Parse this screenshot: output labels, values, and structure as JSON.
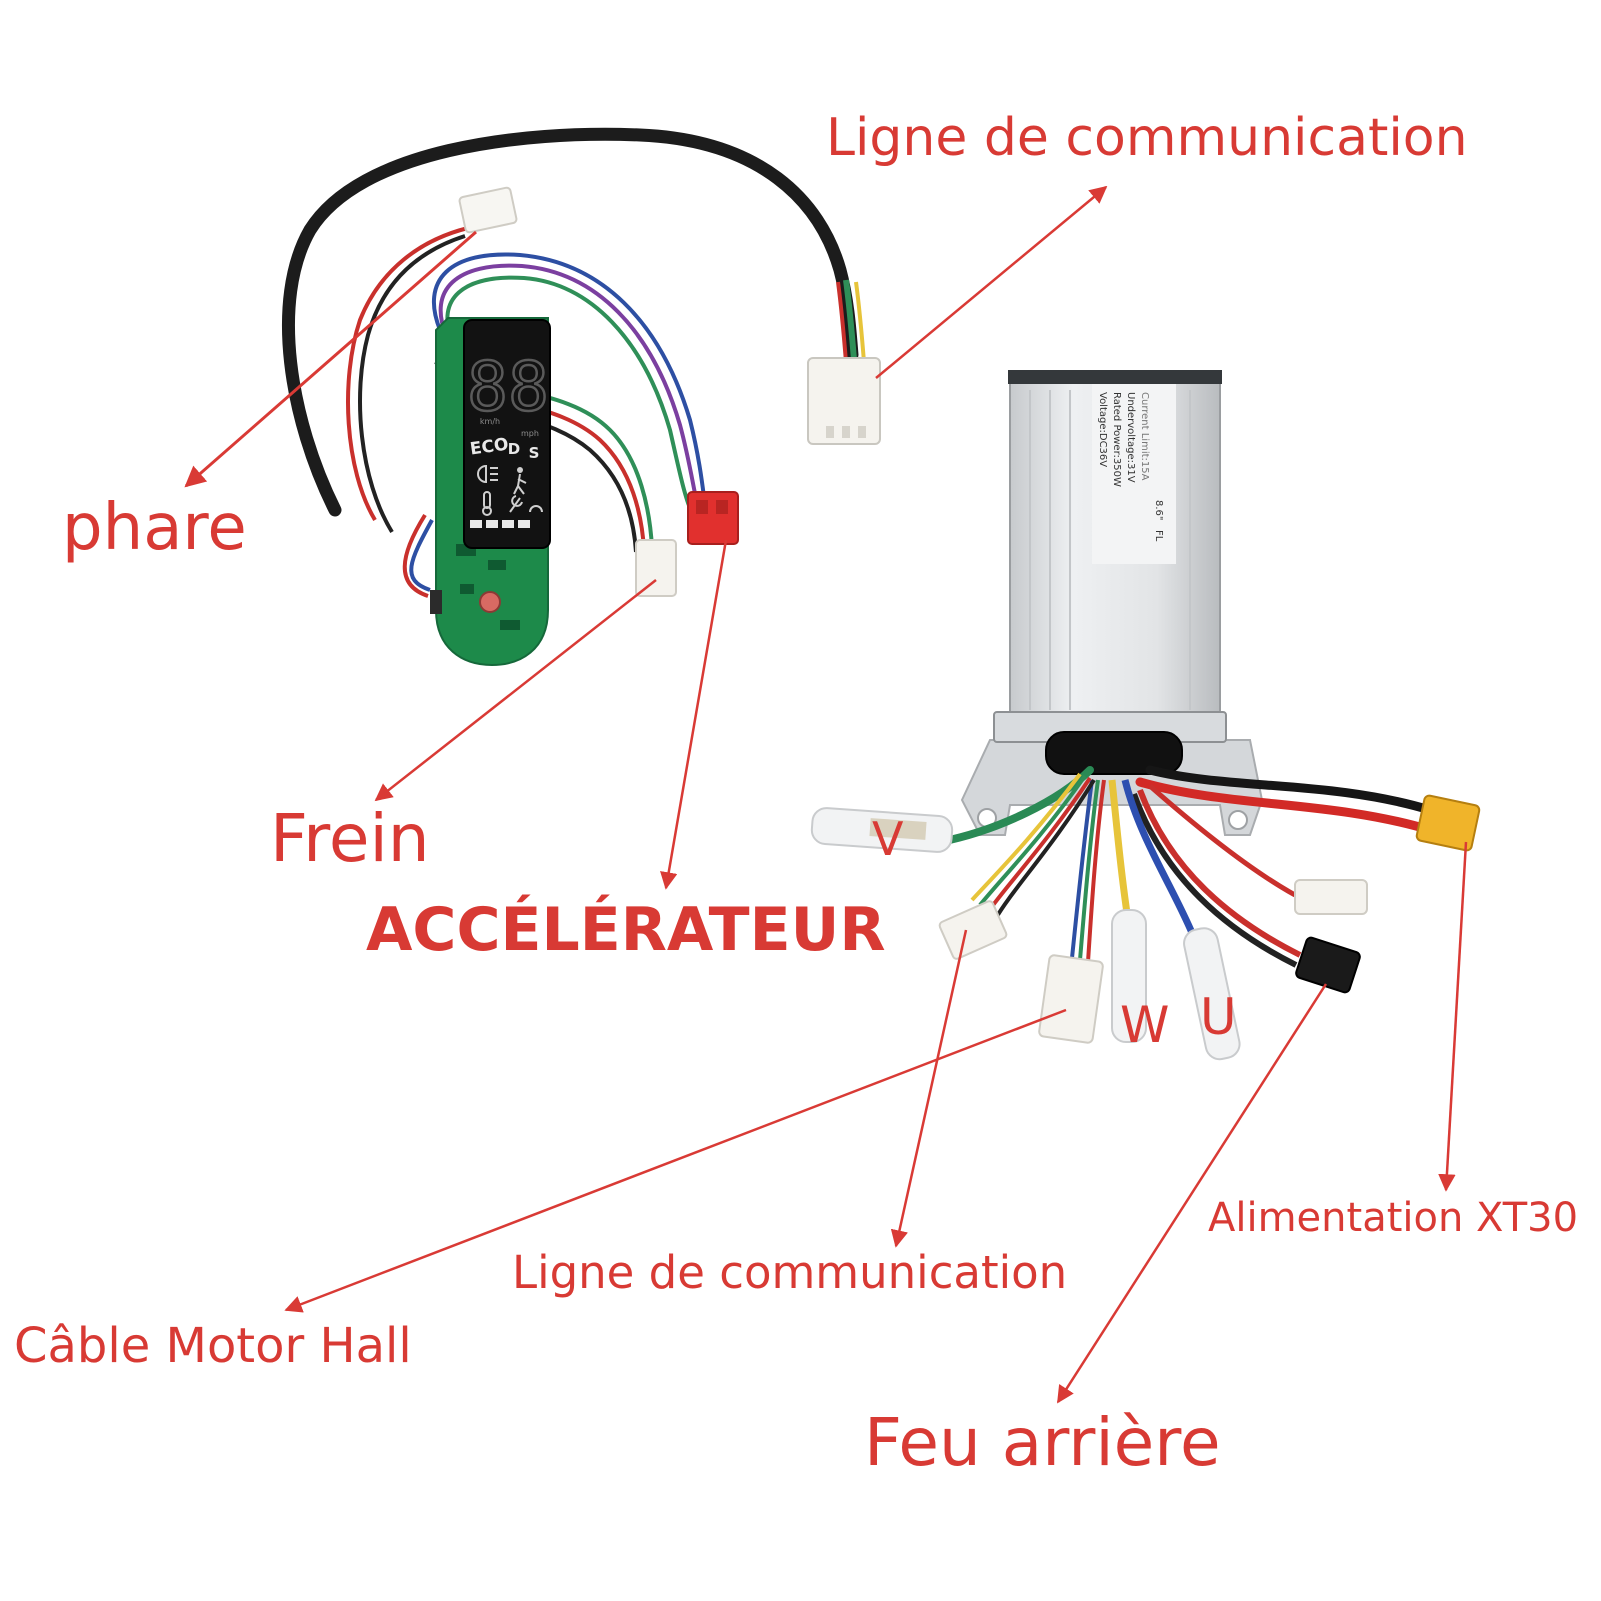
{
  "labels": {
    "comm_top": "Ligne de communication",
    "phare": "phare",
    "frein": "Frein",
    "accel": "ACCÉLÉRATEUR",
    "v": "V",
    "w": "W",
    "u": "U",
    "xt30": "Alimentation XT30",
    "comm_bottom": "Ligne de communication",
    "hall": "Câble Motor Hall",
    "feu": "Feu arrière"
  },
  "display": {
    "digits": "88",
    "unit_left": "km/h",
    "unit_right": "mph",
    "modes": [
      "ECO",
      "D",
      "S"
    ]
  },
  "controller": {
    "sticker_lines": [
      "Voltage:DC36V",
      "Rated Power:350W",
      "Undervoltage:31V",
      "Current Limit:15A"
    ],
    "side_marks": [
      "8.6\"",
      "FL"
    ]
  },
  "colors": {
    "label": "#d83a34",
    "arrow": "#d93a35",
    "pcb": "#1d8a4a",
    "housing": "#d9dcdf"
  }
}
